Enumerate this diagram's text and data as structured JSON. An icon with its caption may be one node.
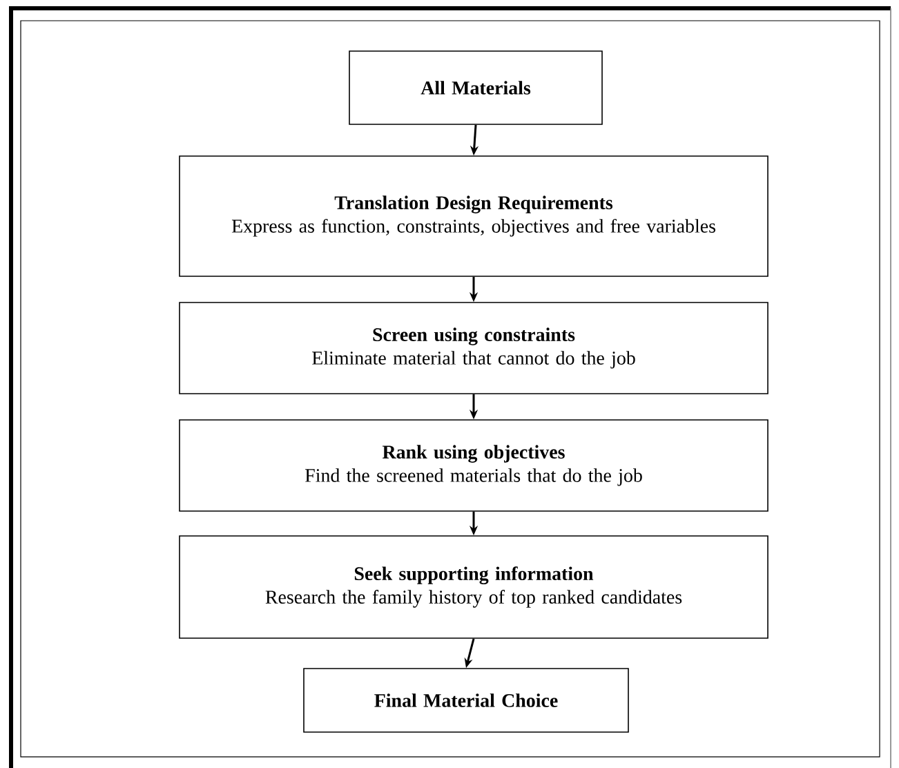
{
  "diagram": {
    "nodes": [
      {
        "text": [
          "All Materials"
        ]
      },
      {
        "text": [
          "Translation Design Requirements",
          "Express as function, constraints, objectives and free variables"
        ]
      },
      {
        "text": [
          "Screen using constraints",
          "Eliminate material that cannot do the job"
        ]
      },
      {
        "text": [
          "Rank using objectives",
          "Find the screened materials that do the job"
        ]
      },
      {
        "text": [
          "Seek supporting information",
          "Research the family history of top ranked candidates"
        ]
      },
      {
        "text": [
          "Final Material Choice"
        ]
      }
    ],
    "edges": [
      {
        "from": 0,
        "to": 1,
        "arrow": "to"
      },
      {
        "from": 1,
        "to": 2,
        "arrow": "to"
      },
      {
        "from": 2,
        "to": 3,
        "arrow": "to"
      },
      {
        "from": 3,
        "to": 4,
        "arrow": "to"
      },
      {
        "from": 4,
        "to": 5,
        "arrow": "to"
      }
    ]
  }
}
